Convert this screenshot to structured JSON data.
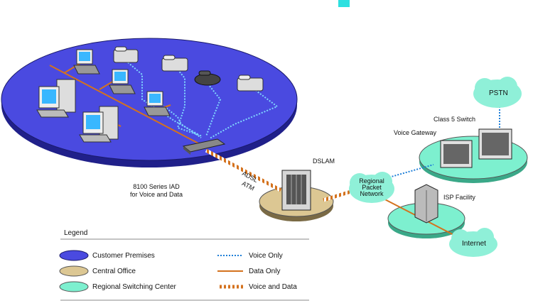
{
  "labels": {
    "pstn": "PSTN",
    "class5_switch": "Class 5 Switch",
    "voice_gateway": "Voice Gateway",
    "dslam": "DSLAM",
    "adsl": "ADSL",
    "atm": "ATM",
    "iad_line1": "8100 Series IAD",
    "iad_line2": "for Voice and Data",
    "regional_line1": "Regional",
    "regional_line2": "Packet",
    "regional_line3": "Network",
    "isp_facility": "ISP Facility",
    "internet": "Internet"
  },
  "legend": {
    "title": "Legend",
    "customer_premises": "Customer Premises",
    "central_office": "Central Office",
    "regional_switching_center": "Regional Switching Center",
    "voice_only": "Voice Only",
    "data_only": "Data Only",
    "voice_and_data": "Voice and Data"
  },
  "colors": {
    "customer_premises": "#4a4ae0",
    "central_office": "#dcc793",
    "regional_switching_center": "#7df0cf",
    "voice_only": "#1e7fd8",
    "data_only": "#d4721e",
    "voice_and_data": "#d4721e",
    "cloud": "#8ff0d8"
  }
}
